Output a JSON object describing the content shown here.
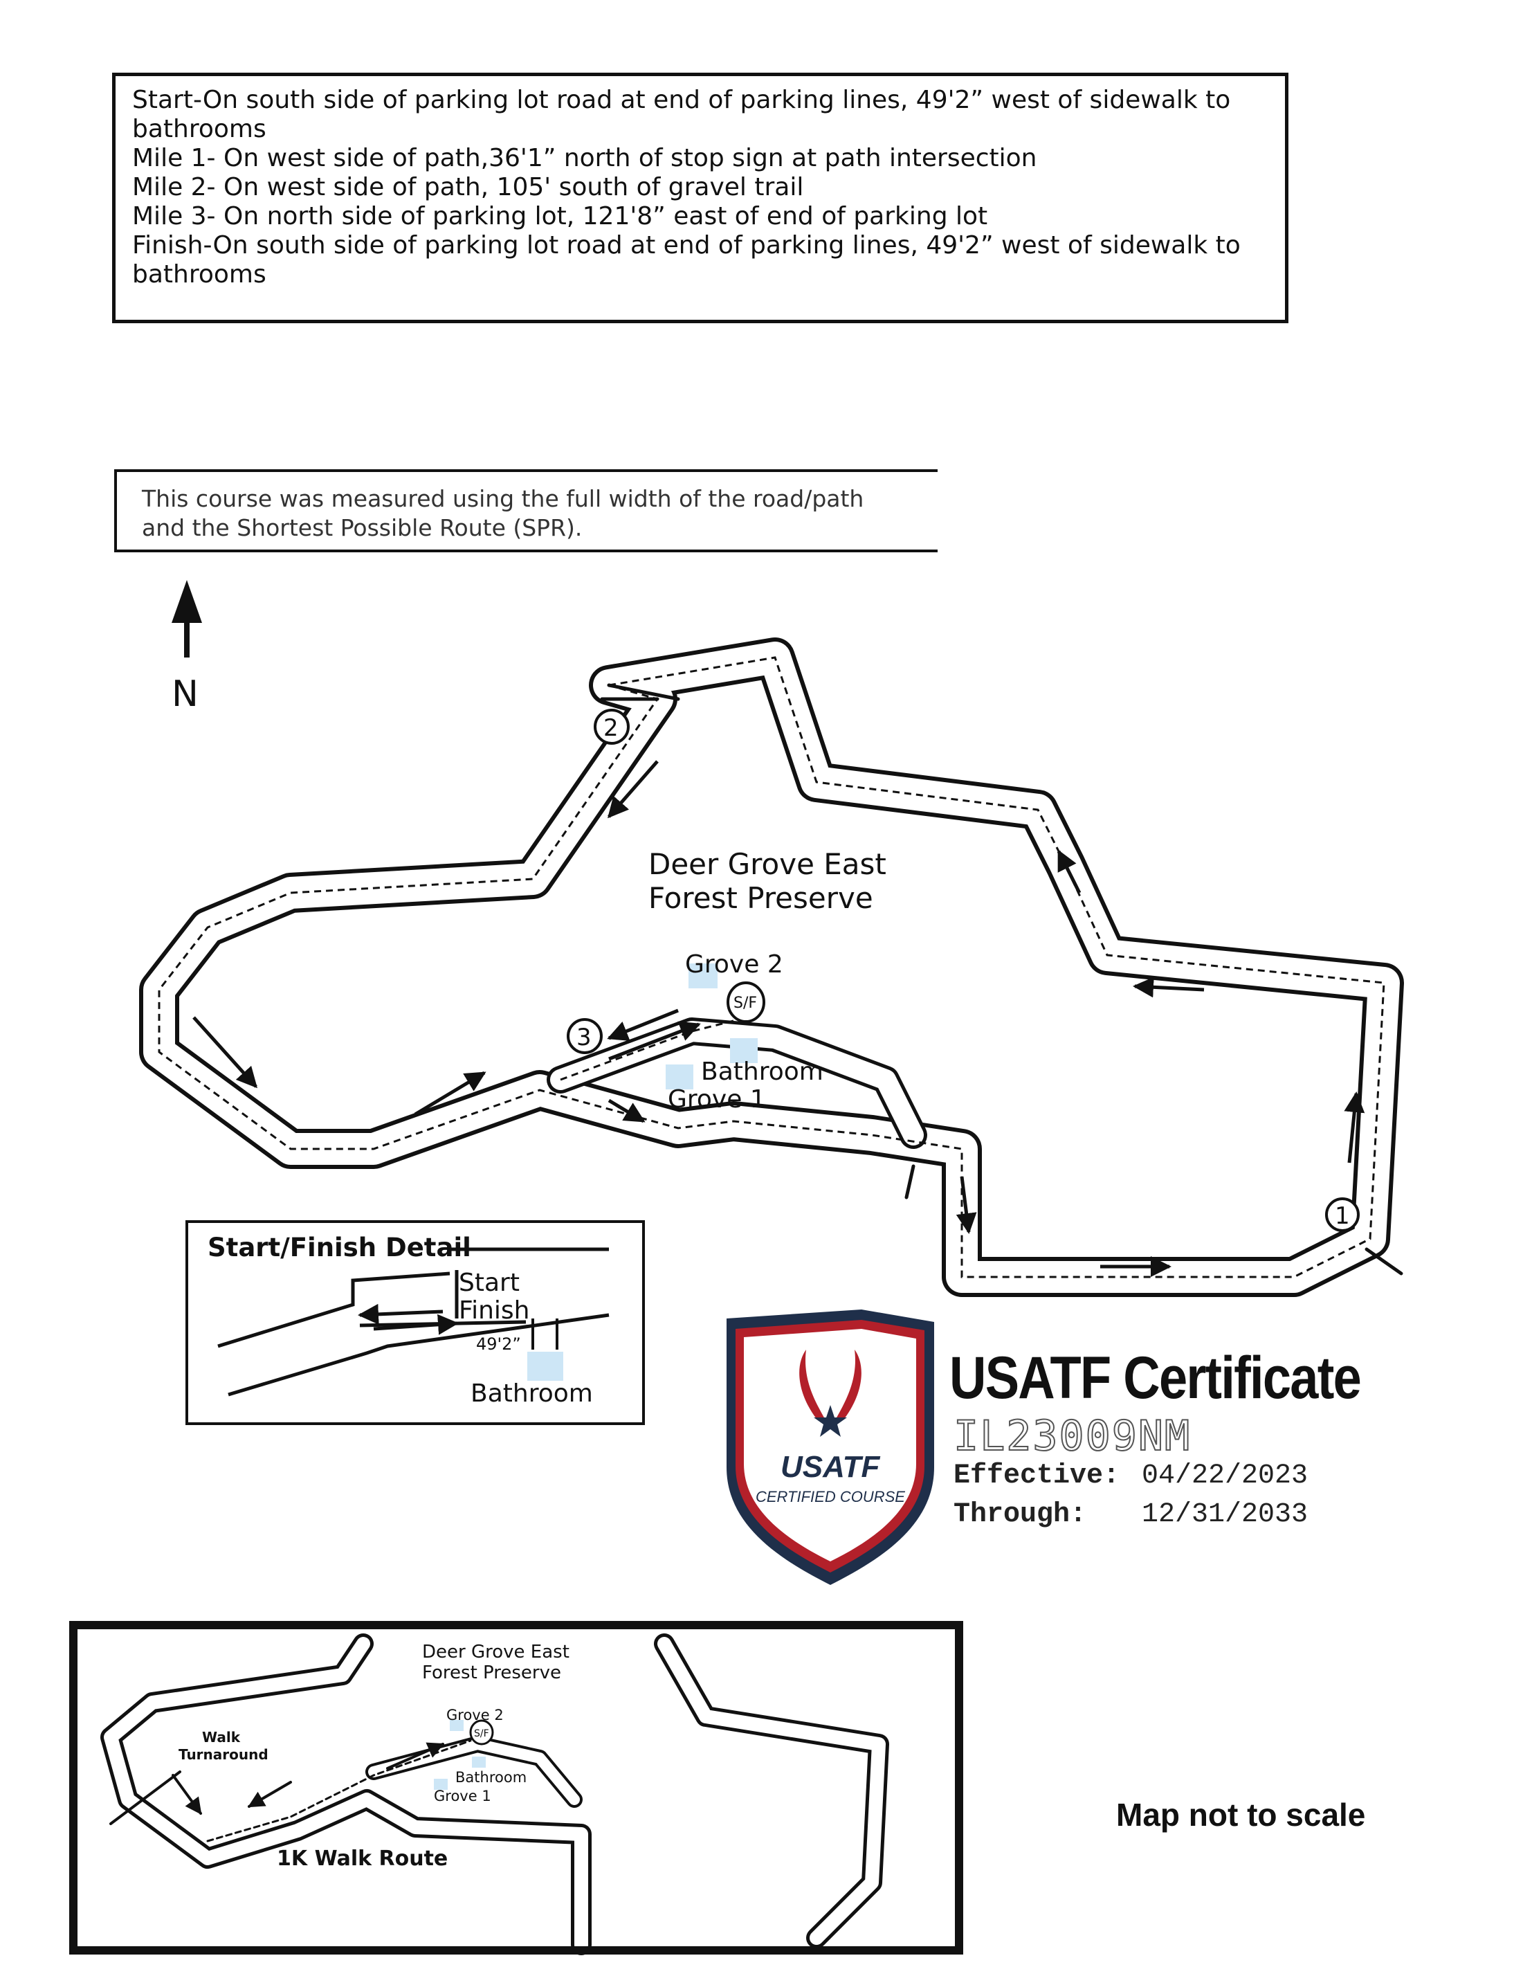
{
  "directions": {
    "start_1": "Start-On south side of parking lot road at end of parking lines, 49'2” west of sidewalk to",
    "start_2": "bathrooms",
    "mile1": "Mile 1- On west side of path,36'1” north of stop sign at path intersection",
    "mile2": "Mile 2- On west side of path, 105' south of gravel trail",
    "mile3": "Mile 3- On north side of parking lot, 121'8” east of end of parking lot",
    "finish_1": "Finish-On south side of parking lot road at end of parking lines, 49'2” west of sidewalk to",
    "finish_2": "bathrooms"
  },
  "measurement_note": {
    "line1": "This course was measured using the full width of the road/path",
    "line2": "and the Shortest Possible Route (SPR)."
  },
  "compass": {
    "label": "N"
  },
  "main_map": {
    "park_name_1": "Deer Grove East",
    "park_name_2": "Forest Preserve",
    "grove2": "Grove 2",
    "grove1": "Grove 1",
    "bathroom": "Bathroom",
    "start_finish_marker": "S/F",
    "mile_markers": [
      "1",
      "2",
      "3"
    ]
  },
  "detail": {
    "title": "Start/Finish Detail",
    "start": "Start",
    "finish": "Finish",
    "distance": "49'2”",
    "bathroom": "Bathroom"
  },
  "certificate": {
    "badge_brand": "USATF",
    "badge_sub": "CERTIFIED COURSE",
    "title": "USATF Certificate",
    "id": "IL23009NM",
    "effective_label": "Effective:",
    "effective_date": "04/22/2023",
    "through_label": "Through:",
    "through_date": "12/31/2033",
    "colors": {
      "navy": "#1f2f4a",
      "red": "#b3202a"
    }
  },
  "walk_map": {
    "park_name_1": "Deer Grove East",
    "park_name_2": "Forest Preserve",
    "grove2": "Grove 2",
    "grove1": "Grove 1",
    "bathroom": "Bathroom",
    "start_finish_marker": "S/F",
    "turnaround_1": "Walk",
    "turnaround_2": "Turnaround",
    "route_title": "1K Walk Route"
  },
  "footer": {
    "scale_note": "Map not to scale"
  }
}
